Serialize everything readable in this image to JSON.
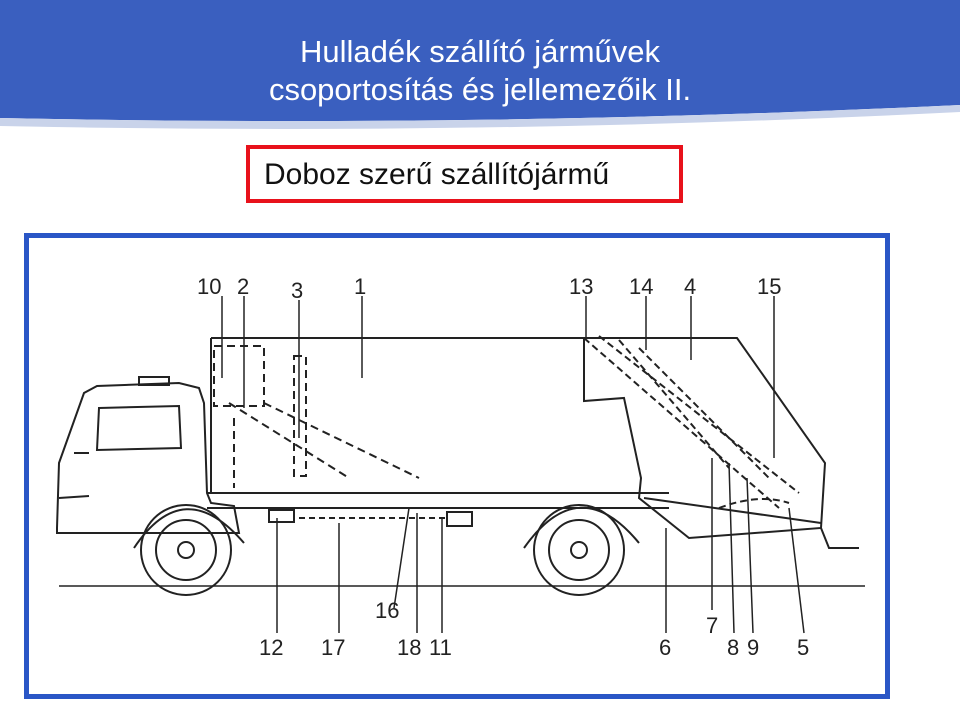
{
  "header": {
    "title_line1": "Hulladék szállító járművek",
    "title_line2": "csoportosítás és jellemezőik II.",
    "band_color": "#3a5fbf"
  },
  "subtitle": {
    "text": "Doboz szerű szállítójármű",
    "border_color": "#e8111b"
  },
  "frame": {
    "border_color": "#2a56c6"
  },
  "diagram": {
    "top_labels": [
      "10",
      "2",
      "3",
      "1",
      "13",
      "14",
      "4",
      "15"
    ],
    "bottom_labels": [
      "16",
      "12",
      "17",
      "18",
      "11",
      "6",
      "7",
      "8",
      "9",
      "5"
    ]
  }
}
